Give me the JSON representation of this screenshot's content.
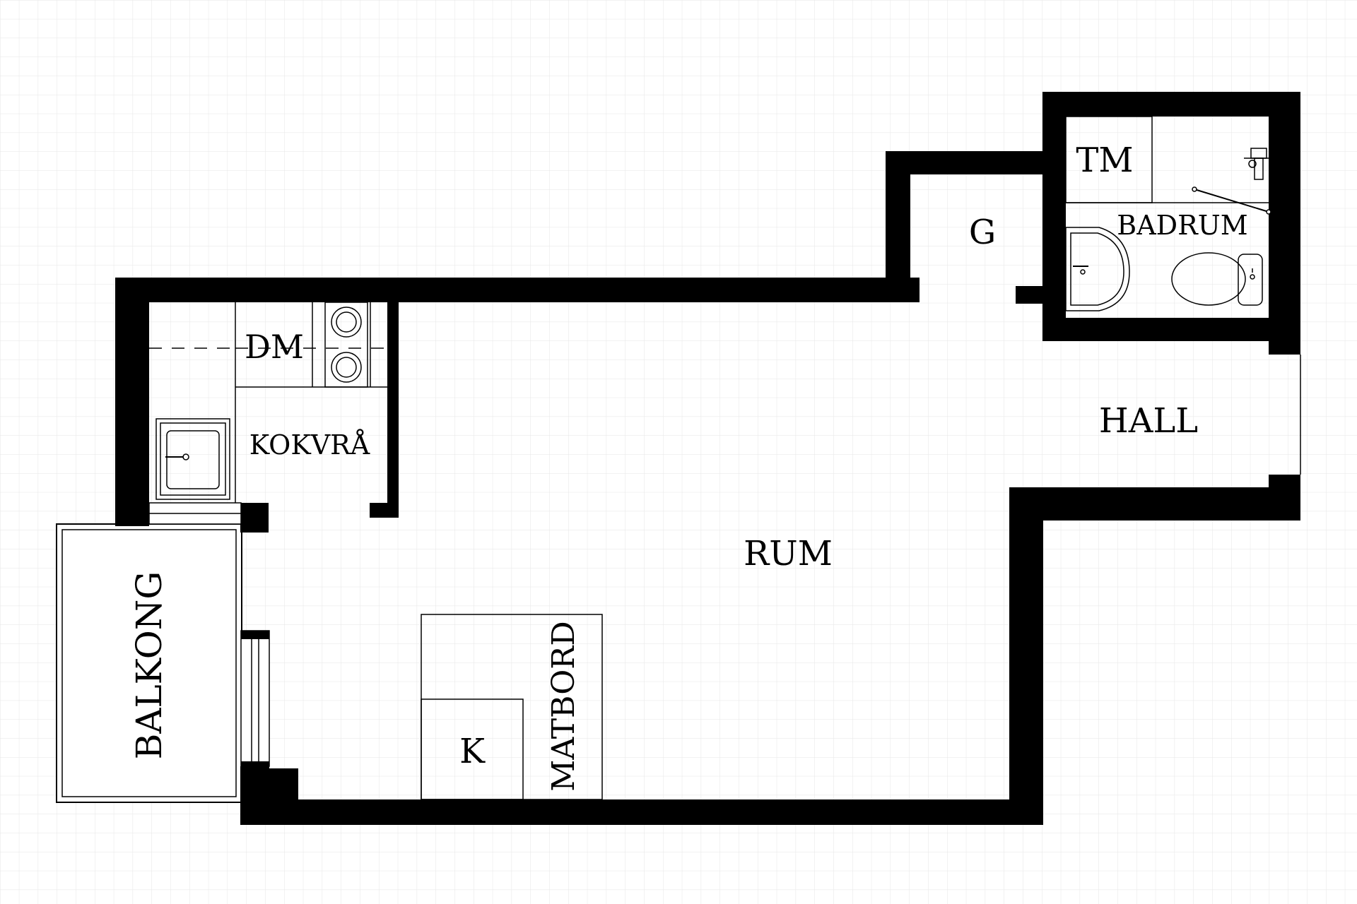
{
  "colors": {
    "wall": "#000000",
    "grid": "#e6e6e6",
    "background": "#ffffff"
  },
  "rooms": {
    "rum": "RUM",
    "hall": "HALL",
    "badrum": "BADRUM",
    "tm": "TM",
    "g": "G",
    "dm": "DM",
    "kokvra": "KOKVRÅ",
    "balkong": "BALKONG",
    "matbord": "MATBORD",
    "k": "K"
  },
  "icons": {
    "stove": "stove-icon",
    "sink": "kitchen-sink-icon",
    "washbasin": "washbasin-icon",
    "toilet": "toilet-icon",
    "shower": "shower-icon"
  }
}
